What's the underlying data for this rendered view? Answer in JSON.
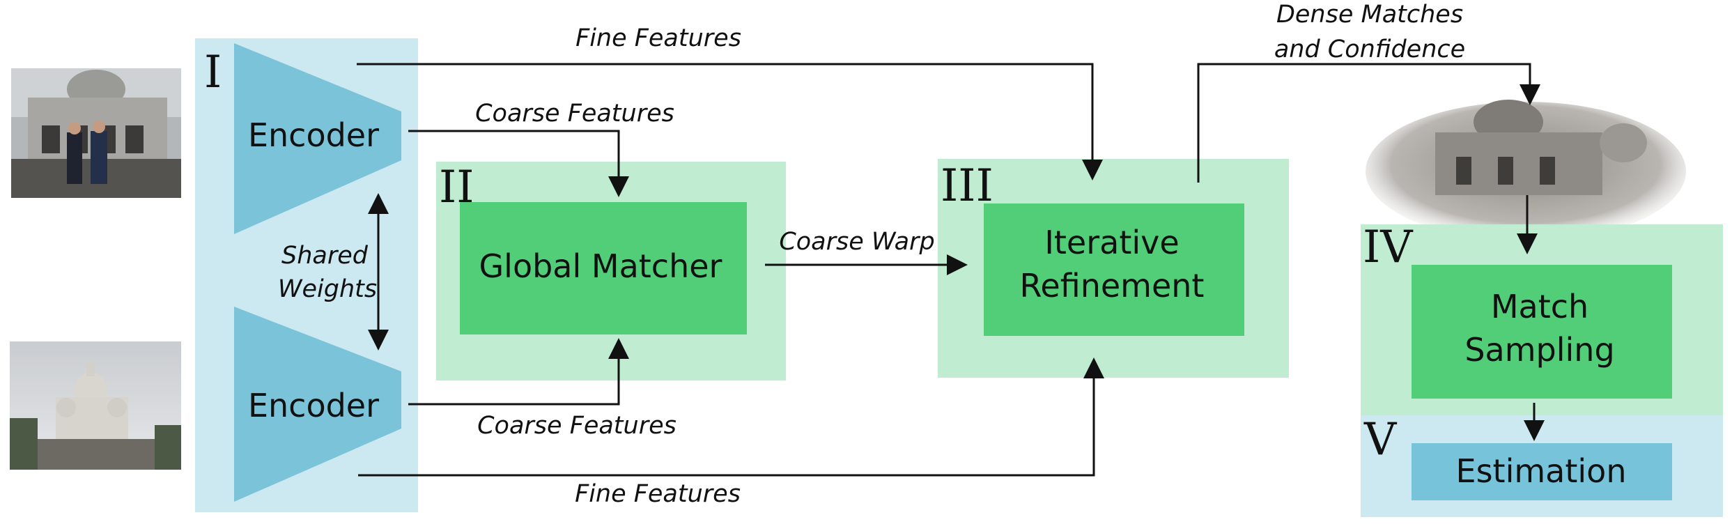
{
  "stages": {
    "stage1": {
      "numeral": "I"
    },
    "stage2": {
      "numeral": "II"
    },
    "stage3": {
      "numeral": "III"
    },
    "stage4": {
      "numeral": "IV"
    },
    "stage5": {
      "numeral": "V"
    }
  },
  "blocks": {
    "encoder_top": "Encoder",
    "encoder_bottom": "Encoder",
    "global_matcher": "Global Matcher",
    "refinement_line1": "Iterative",
    "refinement_line2": "Refinement",
    "sampling_line1": "Match",
    "sampling_line2": "Sampling",
    "estimation": "Estimation"
  },
  "labels": {
    "fine_features_top": "Fine Features",
    "fine_features_bottom": "Fine Features",
    "coarse_features_top": "Coarse Features",
    "coarse_features_bottom": "Coarse Features",
    "shared_line1": "Shared",
    "shared_line2": "Weights",
    "coarse_warp": "Coarse Warp",
    "dense_line1": "Dense Matches",
    "dense_line2": "and Confidence"
  },
  "colors": {
    "light_blue": "#cce8f0",
    "encoder_blue": "#7ac3d9",
    "light_green": "#c0ecd1",
    "block_green": "#52cd78",
    "estimation_blue": "#76c3da"
  }
}
